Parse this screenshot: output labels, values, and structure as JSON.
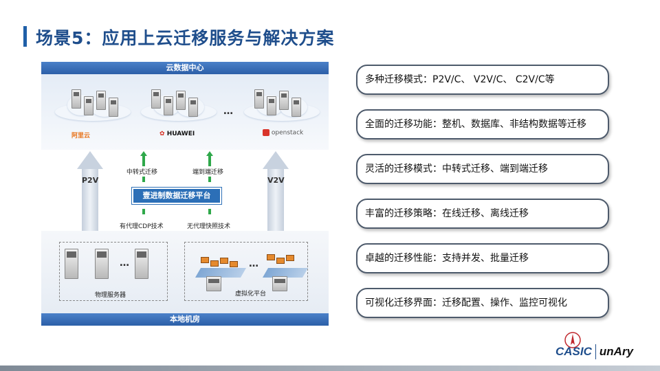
{
  "title": "场景5：应用上云迁移服务与解决方案",
  "diagram": {
    "cloud_header": "云数据中心",
    "local_footer": "本地机房",
    "brands": [
      "阿里云",
      "HUAWEI",
      "openstack"
    ],
    "ellipsis": "…",
    "p2v_label": "P2V",
    "v2v_label": "V2V",
    "relay_migration": "中转式迁移",
    "e2e_migration": "端到端迁移",
    "platform": "壹进制数据迁移平台",
    "agent_cdp": "有代理CDP技术",
    "agentless_snapshot": "无代理快照技术",
    "physical_servers": "物理服务器",
    "virtual_platform": "虚拟化平台"
  },
  "features": [
    "多种迁移模式：P2V/C、 V2V/C、 C2V/C等",
    "全面的迁移功能：整机、数据库、非结构数据等迁移",
    "灵活的迁移模式：中转式迁移、端到端迁移",
    "丰富的迁移策略：在线迁移、离线迁移",
    "卓越的迁移性能：支持并发、批量迁移",
    "可视化迁移界面：迁移配置、操作、监控可视化"
  ],
  "logo": {
    "left": "CASIC",
    "right": "unAry"
  },
  "colors": {
    "title": "#1f4e8c",
    "accent": "#2c6fb7",
    "green": "#2fa84a"
  }
}
